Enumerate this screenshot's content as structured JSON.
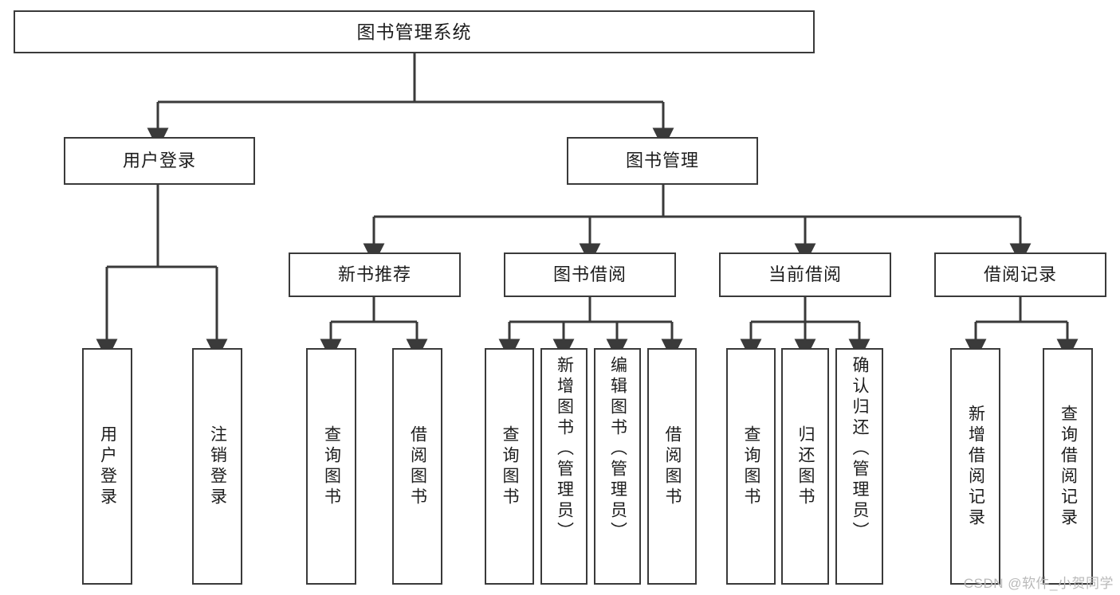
{
  "diagram": {
    "title": "图书管理系统",
    "type": "tree-hierarchy",
    "watermark": "CSDN @软件_小贺同学",
    "colors": {
      "stroke": "#3a3a3a",
      "fill": "#ffffff",
      "text": "#1d1d1d",
      "watermark": "#b9b9b9"
    },
    "root": {
      "label": "图书管理系统"
    },
    "level2": [
      {
        "id": "user-login",
        "label": "用户登录"
      },
      {
        "id": "book-management",
        "label": "图书管理"
      }
    ],
    "level3": [
      {
        "id": "new-book-recommend",
        "label": "新书推荐",
        "parent": "book-management"
      },
      {
        "id": "book-borrow",
        "label": "图书借阅",
        "parent": "book-management"
      },
      {
        "id": "current-borrow",
        "label": "当前借阅",
        "parent": "book-management"
      },
      {
        "id": "borrow-record",
        "label": "借阅记录",
        "parent": "book-management"
      }
    ],
    "leaves": {
      "user-login": [
        {
          "id": "leaf-user-login",
          "label": "用户登录"
        },
        {
          "id": "leaf-logout",
          "label": "注销登录"
        }
      ],
      "new-book-recommend": [
        {
          "id": "leaf-query-book-1",
          "label": "查询图书"
        },
        {
          "id": "leaf-borrow-book-1",
          "label": "借阅图书"
        }
      ],
      "book-borrow": [
        {
          "id": "leaf-query-book-2",
          "label": "查询图书"
        },
        {
          "id": "leaf-add-book",
          "label": "新增图书（管理员）"
        },
        {
          "id": "leaf-edit-book",
          "label": "编辑图书（管理员）"
        },
        {
          "id": "leaf-borrow-book-2",
          "label": "借阅图书"
        }
      ],
      "current-borrow": [
        {
          "id": "leaf-query-book-3",
          "label": "查询图书"
        },
        {
          "id": "leaf-return-book",
          "label": "归还图书"
        },
        {
          "id": "leaf-confirm-return",
          "label": "确认归还（管理员）"
        }
      ],
      "borrow-record": [
        {
          "id": "leaf-add-record",
          "label": "新增借阅记录"
        },
        {
          "id": "leaf-query-record",
          "label": "查询借阅记录"
        }
      ]
    }
  }
}
